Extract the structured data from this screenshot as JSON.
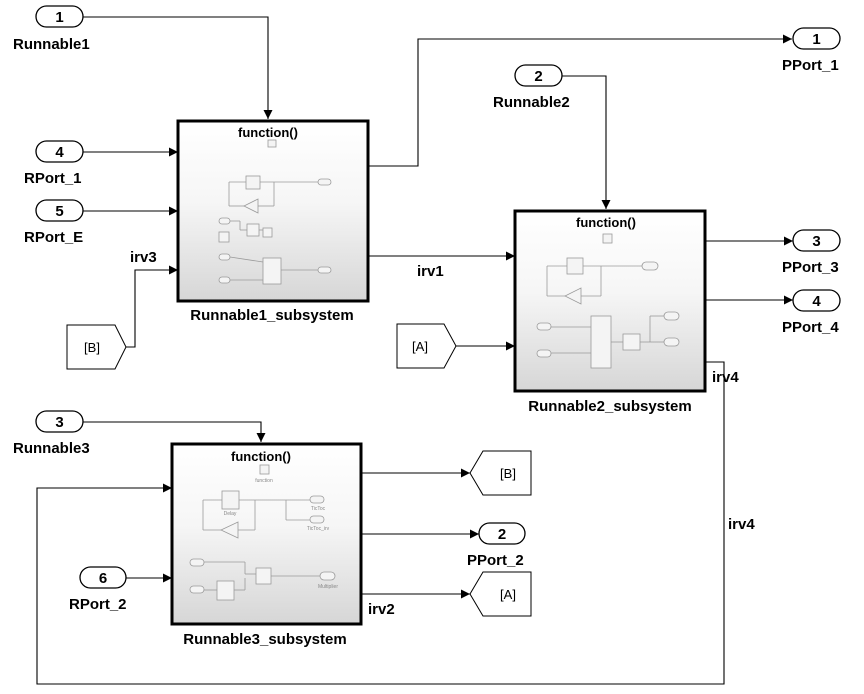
{
  "inports": [
    {
      "id": "in-runnable1",
      "number": "1",
      "name": "Runnable1"
    },
    {
      "id": "in-rport1",
      "number": "4",
      "name": "RPort_1"
    },
    {
      "id": "in-rporte",
      "number": "5",
      "name": "RPort_E"
    },
    {
      "id": "in-runnable2",
      "number": "2",
      "name": "Runnable2"
    },
    {
      "id": "in-runnable3",
      "number": "3",
      "name": "Runnable3"
    },
    {
      "id": "in-rport2",
      "number": "6",
      "name": "RPort_2"
    }
  ],
  "outports": [
    {
      "id": "out-pport1",
      "number": "1",
      "name": "PPort_1"
    },
    {
      "id": "out-pport3",
      "number": "3",
      "name": "PPort_3"
    },
    {
      "id": "out-pport4",
      "number": "4",
      "name": "PPort_4"
    },
    {
      "id": "out-pport2",
      "number": "2",
      "name": "PPort_2"
    }
  ],
  "subsystems": [
    {
      "id": "runnable1",
      "name": "Runnable1_subsystem",
      "trigger_label": "function()"
    },
    {
      "id": "runnable2",
      "name": "Runnable2_subsystem",
      "trigger_label": "function()"
    },
    {
      "id": "runnable3",
      "name": "Runnable3_subsystem",
      "trigger_label": "function()"
    }
  ],
  "goto_tags": [
    {
      "id": "from-b",
      "tag": "[B]"
    },
    {
      "id": "from-a",
      "tag": "[A]"
    },
    {
      "id": "goto-b",
      "tag": "[B]"
    },
    {
      "id": "goto-a",
      "tag": "[A]"
    }
  ],
  "signals": {
    "irv1": "irv1",
    "irv2": "irv2",
    "irv3": "irv3",
    "irv4_top": "irv4",
    "irv4_side": "irv4"
  },
  "inner_labels": {
    "function": "function",
    "delay": "Delay",
    "tictoc": "TicToc",
    "tictoc_irv": "TicToc_irv",
    "multiplier": "Multiplier"
  }
}
